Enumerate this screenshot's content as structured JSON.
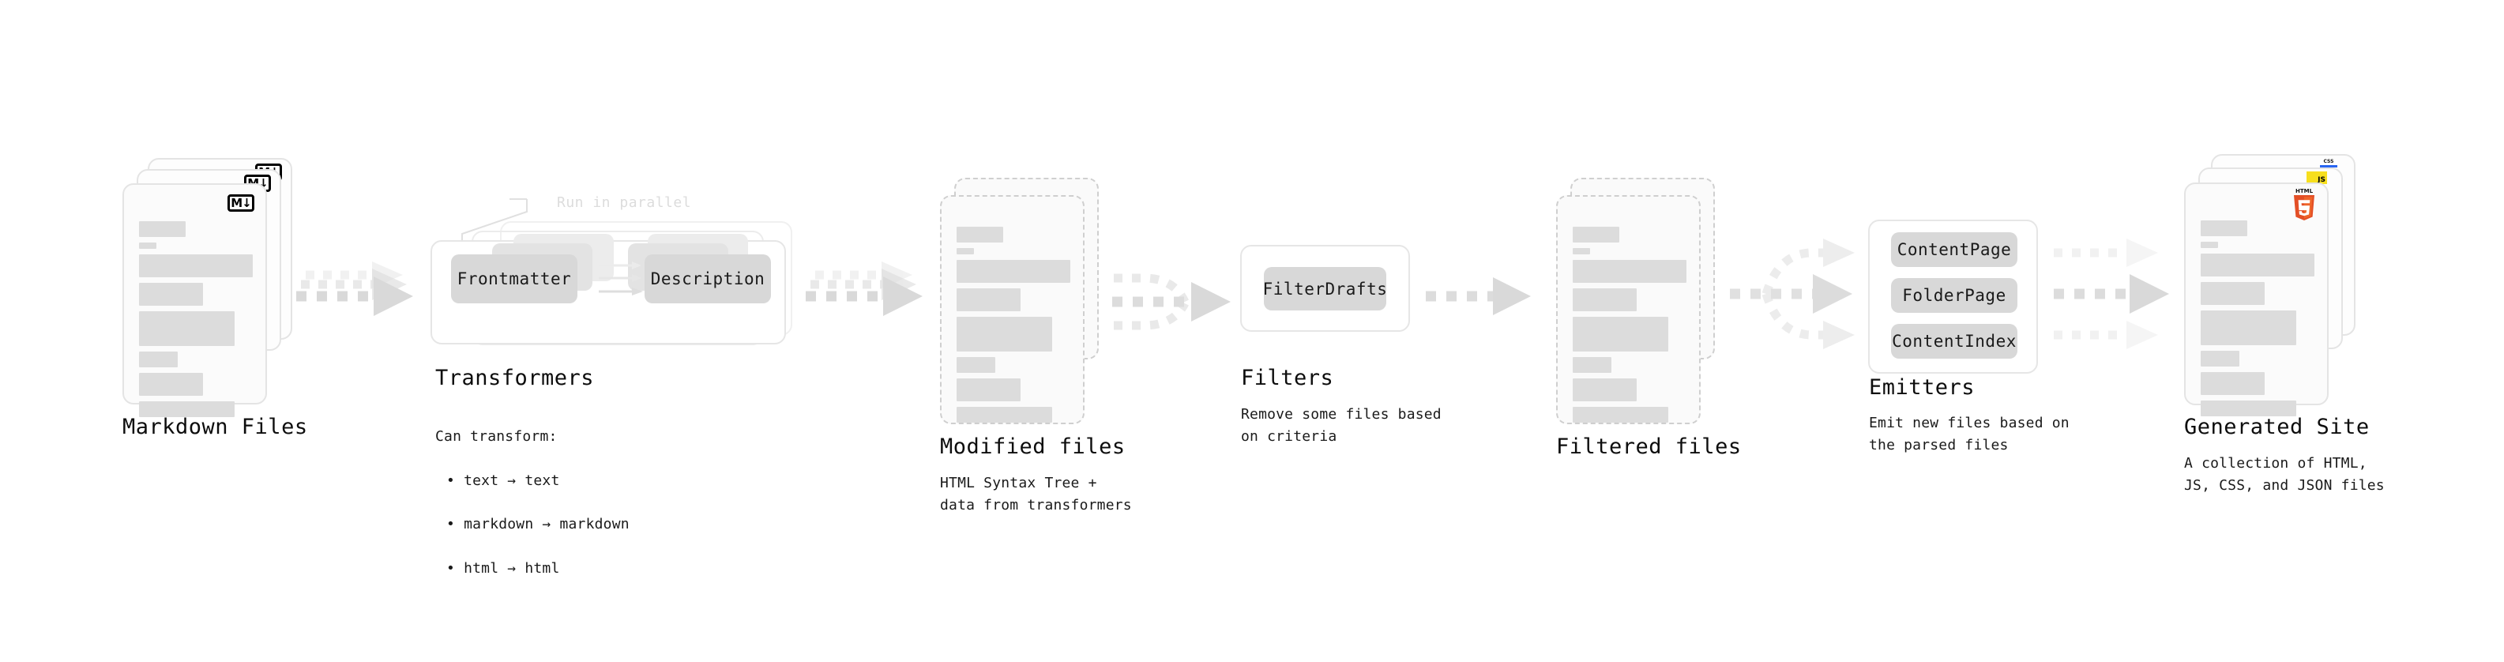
{
  "diagram": {
    "title_font_note": "monospace",
    "accent_colors": {
      "bar": "#dcdcdc",
      "chip": "#d8d8d8",
      "arrow": "#d9d9d9",
      "card_border": "#e4e4e4",
      "dashed_border": "#cfcfcf",
      "css_blue": "#2965f1",
      "js_yellow": "#f7df1e",
      "html5_orange": "#e34f26",
      "html5_orange_dark": "#ef652a"
    }
  },
  "stages": [
    {
      "id": "markdown-files",
      "title": "Markdown Files",
      "subtitle": "",
      "badge": "markdown-icon",
      "badge_label": "M↓"
    },
    {
      "id": "transformers",
      "title": "Transformers",
      "subtitle": "Can transform:",
      "bullets": [
        "text → text",
        "markdown → markdown",
        "html → html"
      ],
      "annotation": "Run in parallel",
      "chips": [
        "Frontmatter",
        "Description"
      ]
    },
    {
      "id": "modified-files",
      "title": "Modified files",
      "subtitle": "HTML Syntax Tree +\ndata from transformers"
    },
    {
      "id": "filters",
      "title": "Filters",
      "subtitle": "Remove some files based\non criteria",
      "chips": [
        "FilterDrafts"
      ]
    },
    {
      "id": "filtered-files",
      "title": "Filtered files",
      "subtitle": ""
    },
    {
      "id": "emitters",
      "title": "Emitters",
      "subtitle": "Emit new files based on\nthe parsed files",
      "chips": [
        "ContentPage",
        "FolderPage",
        "ContentIndex"
      ]
    },
    {
      "id": "generated-site",
      "title": "Generated Site",
      "subtitle": "A collection of HTML,\nJS, CSS, and JSON files",
      "badges": [
        "css-icon",
        "js-icon",
        "html5-icon"
      ],
      "badge_labels": {
        "css": "CSS",
        "js": "JS",
        "html5": "HTML"
      }
    }
  ],
  "doc_bars": [
    {
      "w": 41,
      "h": 20
    },
    {
      "w": 15,
      "h": 8
    },
    {
      "w": 100,
      "h": 29
    },
    {
      "w": 56,
      "h": 29
    },
    {
      "w": 84,
      "h": 44
    },
    {
      "w": 34,
      "h": 20
    },
    {
      "w": 56,
      "h": 29
    },
    {
      "w": 84,
      "h": 20
    }
  ]
}
